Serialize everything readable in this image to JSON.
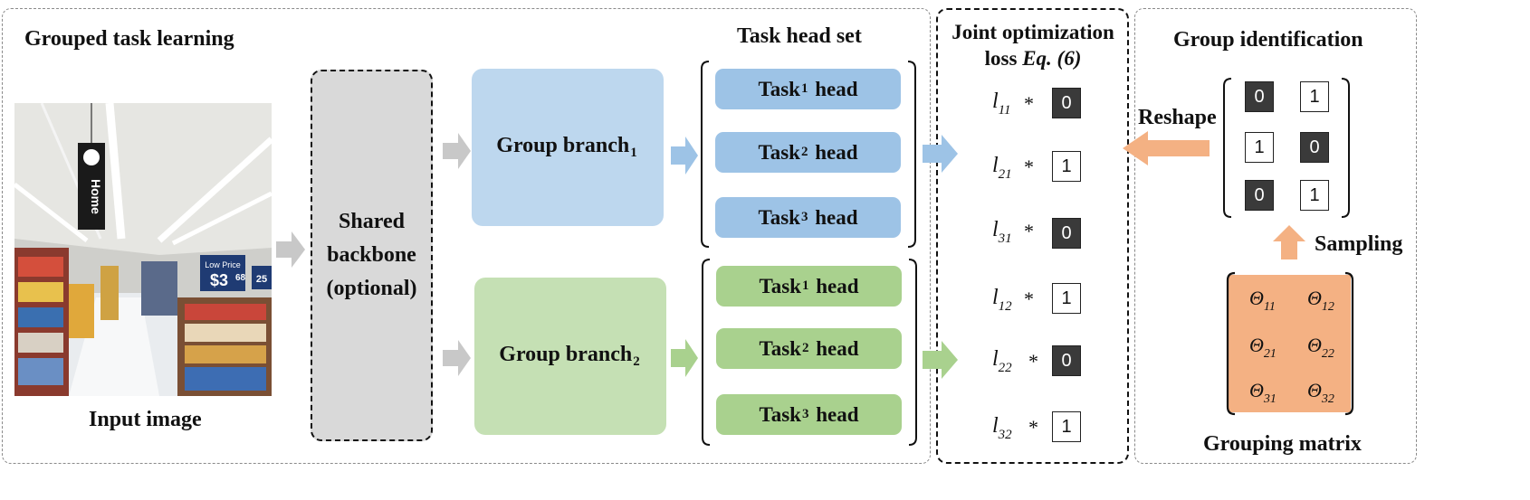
{
  "panels": {
    "grouped_task_learning": {
      "title": "Grouped task learning"
    },
    "joint_optimization": {
      "title_line1": "Joint optimization",
      "title_line2_a": "loss ",
      "title_line2_b": "Eq. (6)"
    },
    "group_identification": {
      "title": "Group identification"
    }
  },
  "input_image": {
    "caption": "Input image",
    "sign_home": "Home",
    "sign_price": "$3",
    "sign_price_cents": "68",
    "sign_low_price": "Low Price",
    "sign_25": "25"
  },
  "backbone": {
    "line1": "Shared",
    "line2": "backbone",
    "line3": "(optional)"
  },
  "task_head_set": {
    "title": "Task head set"
  },
  "groups": [
    {
      "branch_label": "Group branch",
      "branch_sub": "1",
      "heads": [
        {
          "pre": "Task",
          "sub": "1",
          "post": " head"
        },
        {
          "pre": "Task",
          "sub": "2",
          "post": " head"
        },
        {
          "pre": "Task",
          "sub": "3",
          "post": " head"
        }
      ]
    },
    {
      "branch_label": "Group branch",
      "branch_sub": "2",
      "heads": [
        {
          "pre": "Task",
          "sub": "1",
          "post": " head"
        },
        {
          "pre": "Task",
          "sub": "2",
          "post": " head"
        },
        {
          "pre": "Task",
          "sub": "3",
          "post": " head"
        }
      ]
    }
  ],
  "losses": [
    {
      "sym": "l",
      "sub": "11",
      "op": "*",
      "value": "0",
      "dark": true
    },
    {
      "sym": "l",
      "sub": "21",
      "op": "*",
      "value": "1",
      "dark": false
    },
    {
      "sym": "l",
      "sub": "31",
      "op": "*",
      "value": "0",
      "dark": true
    },
    {
      "sym": "l",
      "sub": "12",
      "op": "*",
      "value": "1",
      "dark": false
    },
    {
      "sym": "l",
      "sub": "22",
      "op": "*",
      "value": "0",
      "dark": true
    },
    {
      "sym": "l",
      "sub": "32",
      "op": "*",
      "value": "1",
      "dark": false
    }
  ],
  "reshape_label": "Reshape",
  "sampling_label": "Sampling",
  "binary_matrix": [
    [
      "0",
      "1"
    ],
    [
      "1",
      "0"
    ],
    [
      "0",
      "1"
    ]
  ],
  "grouping_matrix": {
    "caption": "Grouping matrix",
    "cells": [
      [
        {
          "sym": "Θ",
          "sub": "11"
        },
        {
          "sym": "Θ",
          "sub": "12"
        }
      ],
      [
        {
          "sym": "Θ",
          "sub": "21"
        },
        {
          "sym": "Θ",
          "sub": "22"
        }
      ],
      [
        {
          "sym": "Θ",
          "sub": "31"
        },
        {
          "sym": "Θ",
          "sub": "32"
        }
      ]
    ]
  },
  "colors": {
    "blue_light": "#bdd7ee",
    "blue_dark": "#9dc3e6",
    "green_light": "#c5e0b4",
    "green_dark": "#a9d18e",
    "gray": "#d9d9d9",
    "orange": "#f4b183",
    "arrow_gray": "#c8c8c8"
  }
}
